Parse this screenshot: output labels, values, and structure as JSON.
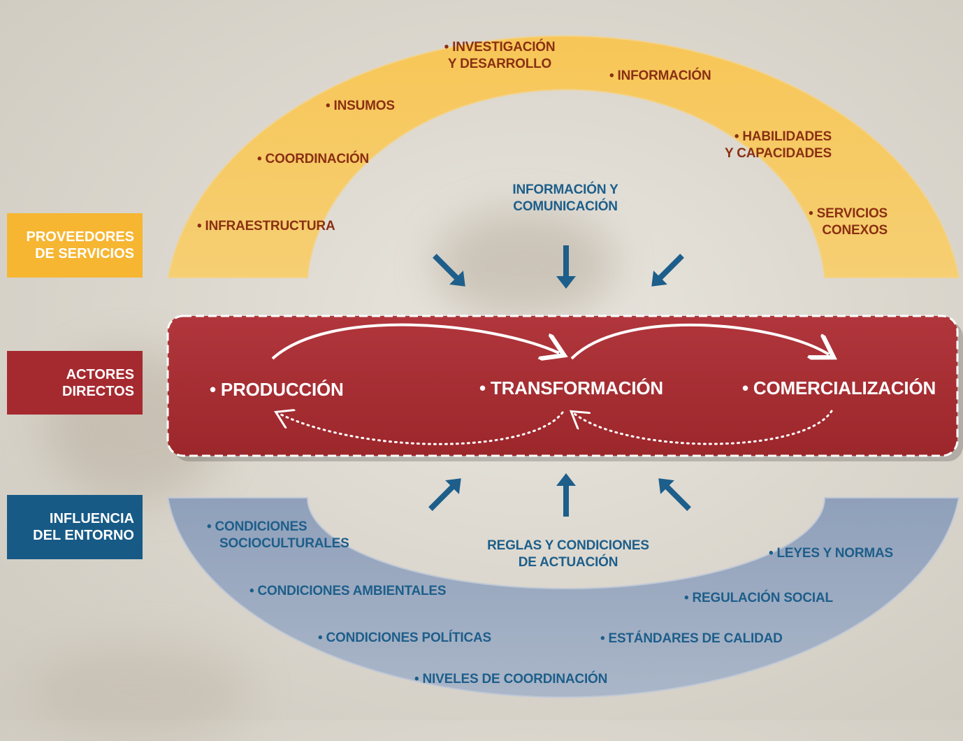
{
  "side_labels": {
    "providers": [
      "PROVEEDORES",
      "DE SERVICIOS"
    ],
    "actors": [
      "ACTORES",
      "DIRECTOS"
    ],
    "environment": [
      "INFLUENCIA",
      "DEL ENTORNO"
    ]
  },
  "services": {
    "research": [
      "• INVESTIGACIÓN",
      "Y DESARROLLO"
    ],
    "information": "• INFORMACIÓN",
    "inputs": "• INSUMOS",
    "skills": [
      "• HABILIDADES",
      "Y CAPACIDADES"
    ],
    "coordination": "• COORDINACIÓN",
    "infrastructure": "• INFRAESTRUCTURA",
    "related": [
      "• SERVICIOS",
      "CONEXOS"
    ]
  },
  "info_comm": [
    "INFORMACIÓN Y",
    "COMUNICACIÓN"
  ],
  "actors": {
    "production": "• PRODUCCIÓN",
    "transformation": "• TRANSFORMACIÓN",
    "commercialization": "• COMERCIALIZACIÓN"
  },
  "rules": [
    "REGLAS Y CONDICIONES",
    "DE ACTUACIÓN"
  ],
  "environment": {
    "sociocultural": [
      "• CONDICIONES",
      "SOCIOCULTURALES"
    ],
    "environmental": "• CONDICIONES AMBIENTALES",
    "political": "• CONDICIONES POLÍTICAS",
    "coordination_levels": "• NIVELES DE COORDINACIÓN",
    "quality": "• ESTÁNDARES DE CALIDAD",
    "social_reg": "• REGULACIÓN SOCIAL",
    "laws": "• LEYES Y NORMAS"
  },
  "colors": {
    "providers": "#f6b632",
    "arc_top": "#f8c75a",
    "actors": "#a52a30",
    "environment": "#175a86",
    "arc_bottom": "#9eacc2",
    "arrow": "#1d5e8a"
  }
}
